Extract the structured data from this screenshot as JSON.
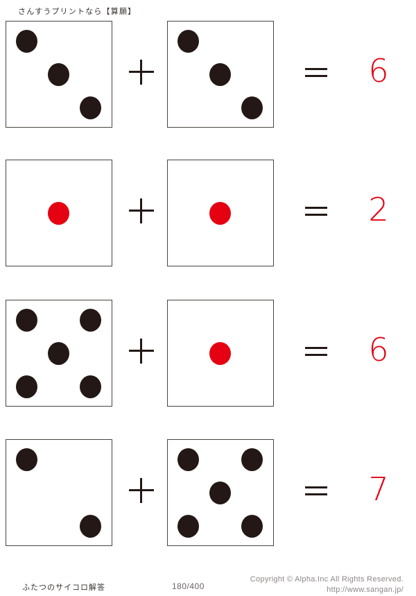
{
  "header": {
    "title": "さんすうプリントなら【算願】"
  },
  "colors": {
    "pip_black": "#231815",
    "pip_red": "#e50012",
    "answer_red": "#e50012",
    "die_border": "#4a4240"
  },
  "worksheet": {
    "operator_plus": "+",
    "operator_equals": "=",
    "problems": [
      {
        "left_die": {
          "value": 3,
          "pip_color": "black",
          "pips": [
            "p-tl",
            "p-c",
            "p-br"
          ]
        },
        "right_die": {
          "value": 3,
          "pip_color": "black",
          "pips": [
            "p-tl",
            "p-c",
            "p-br"
          ]
        },
        "answer": "6"
      },
      {
        "left_die": {
          "value": 1,
          "pip_color": "red",
          "pips": [
            "p-c"
          ]
        },
        "right_die": {
          "value": 1,
          "pip_color": "red",
          "pips": [
            "p-c"
          ]
        },
        "answer": "2"
      },
      {
        "left_die": {
          "value": 5,
          "pip_color": "black",
          "pips": [
            "p-tl",
            "p-tr",
            "p-c",
            "p-bl",
            "p-br"
          ]
        },
        "right_die": {
          "value": 1,
          "pip_color": "red",
          "pips": [
            "p-c"
          ]
        },
        "answer": "6"
      },
      {
        "left_die": {
          "value": 2,
          "pip_color": "black",
          "pips": [
            "p-tl",
            "p-br"
          ]
        },
        "right_die": {
          "value": 5,
          "pip_color": "black",
          "pips": [
            "p-tl",
            "p-tr",
            "p-c",
            "p-bl",
            "p-br"
          ]
        },
        "answer": "7"
      }
    ]
  },
  "footer": {
    "title": "ふたつのサイコロ解答",
    "page": "180/400",
    "copyright": "Copyright ©  Alpha.Inc All Rights Reserved.",
    "url": "http://www.sangan.jp/"
  }
}
